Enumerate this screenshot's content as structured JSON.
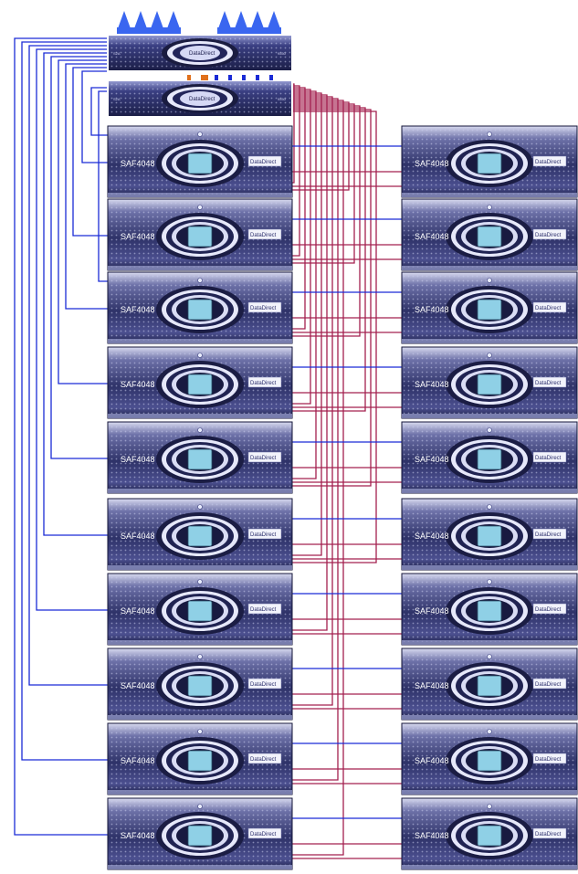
{
  "controllers": [
    {
      "brand": "DataDirect",
      "left_tag": "S2A",
      "right_tag": "9550"
    },
    {
      "brand": "DataDirect",
      "left_tag": "S2A",
      "right_tag": "9550"
    }
  ],
  "enclosure": {
    "model": "SAF4048",
    "brand": "DataDirect"
  },
  "left_column_count": 10,
  "right_column_count": 10,
  "colors": {
    "blue_link": "#1a2bd6",
    "red_link": "#a3204f",
    "orange_link": "#e0701c",
    "antenna": "#3a66f0",
    "chassis_dark": "#262a5c",
    "chassis_mid": "#5b5f99",
    "chassis_light": "#c9cbe4",
    "screen": "#8fd0e6"
  }
}
